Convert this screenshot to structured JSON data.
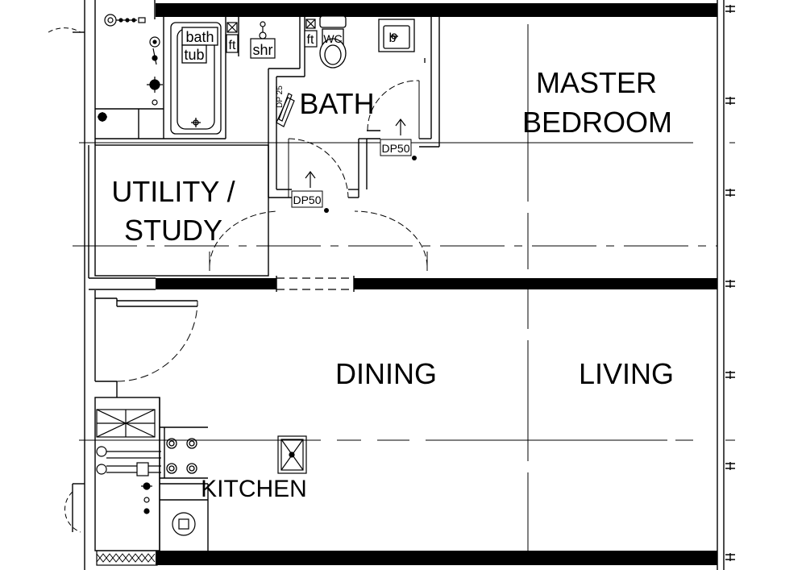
{
  "rooms": {
    "bath": "BATH",
    "master_bedroom_line1": "MASTER",
    "master_bedroom_line2": "BEDROOM",
    "utility_line1": "UTILITY /",
    "utility_line2": "STUDY",
    "dining": "DINING",
    "living": "LIVING",
    "kitchen": "KITCHEN"
  },
  "fixtures": {
    "bathtub_line1": "bath",
    "bathtub_line2": "tub",
    "floor_trap_1": "ft",
    "shower": "shr",
    "floor_trap_2": "ft",
    "wc": "WC",
    "basin": "b"
  },
  "door_tags": {
    "bath_side": "DP 25",
    "bath_to_bedroom": "DP50",
    "bath_entry": "DP50"
  },
  "colors": {
    "wall": "#000000",
    "line": "#000000",
    "grid": "#000000",
    "background": "#ffffff"
  }
}
